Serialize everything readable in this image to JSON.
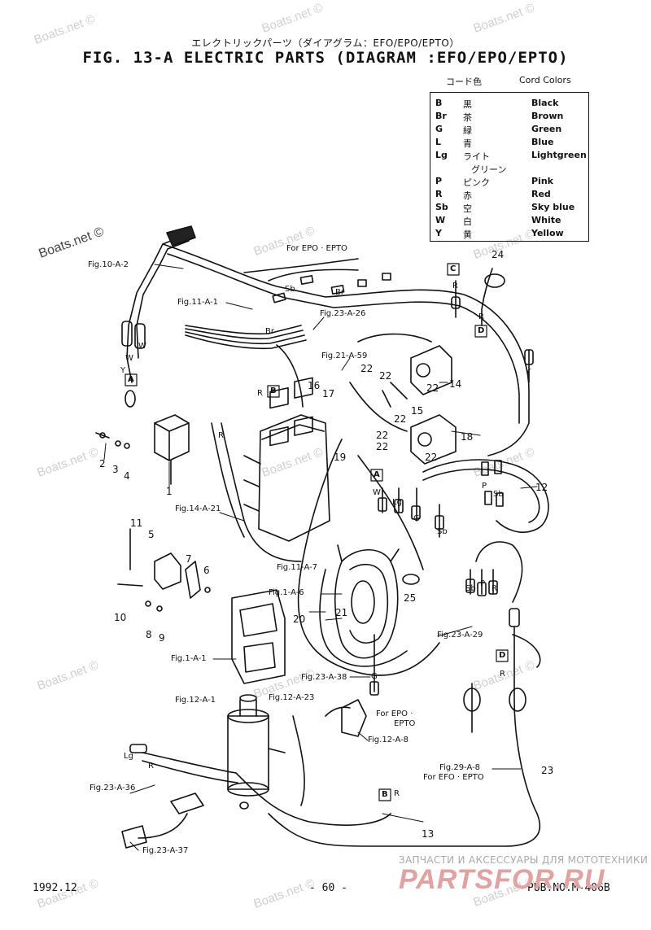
{
  "titles": {
    "jp": "エレクトリックパーツ（ダイアグラム：EFO/EPO/EPTO）",
    "main": "FIG. 13-A ELECTRIC PARTS (DIAGRAM :EFO/EPO/EPTO)"
  },
  "legend": {
    "head_jp": "コード色",
    "head_en": "Cord Colors",
    "rows": [
      {
        "code": "B",
        "jp": "黒",
        "en": "Black"
      },
      {
        "code": "Br",
        "jp": "茶",
        "en": "Brown"
      },
      {
        "code": "G",
        "jp": "緑",
        "en": "Green"
      },
      {
        "code": "L",
        "jp": "青",
        "en": "Blue"
      },
      {
        "code": "Lg",
        "jp": "ライト",
        "en": "Lightgreen"
      },
      {
        "code": "",
        "jp": "グリーン",
        "en": ""
      },
      {
        "code": "P",
        "jp": "ピンク",
        "en": "Pink"
      },
      {
        "code": "R",
        "jp": "赤",
        "en": "Red"
      },
      {
        "code": "Sb",
        "jp": "空",
        "en": "Sky blue"
      },
      {
        "code": "W",
        "jp": "白",
        "en": "White"
      },
      {
        "code": "Y",
        "jp": "黄",
        "en": "Yellow"
      }
    ]
  },
  "refs": {
    "fig10a2": "Fig.10-A-2",
    "fig11a1": "Fig.11-A-1",
    "for_epo_epto_top": "For EPO · EPTO",
    "fig23a26": "Fig.23-A-26",
    "fig21a59": "Fig.21-A-59",
    "fig14a21": "Fig.14-A-21",
    "fig11a7": "Fig.11-A-7",
    "fig1a6": "Fig.1-A-6",
    "fig1a1": "Fig.1-A-1",
    "fig23a38": "Fig.23-A-38",
    "fig12a1": "Fig.12-A-1",
    "fig12a23": "Fig.12-A-23",
    "for_epo": "For EPO ·",
    "epto": "EPTO",
    "fig12a8": "Fig.12-A-8",
    "fig23a36": "Fig.23-A-36",
    "fig23a37": "Fig.23-A-37",
    "fig23a29": "Fig.23-A-29",
    "fig29a8": "Fig.29-A-8",
    "for_efo_epto": "For EFO · EPTO"
  },
  "parts": {
    "p1": "1",
    "p2": "2",
    "p3": "3",
    "p4": "4",
    "p5": "5",
    "p6": "6",
    "p7": "7",
    "p8": "8",
    "p9": "9",
    "p10": "10",
    "p11": "11",
    "p12": "12",
    "p13": "13",
    "p14": "14",
    "p15": "15",
    "p16": "16",
    "p17": "17",
    "p18": "18",
    "p19": "19",
    "p20": "20",
    "p21": "21",
    "p22": "22",
    "p23": "23",
    "p24": "24",
    "p25": "25"
  },
  "wire_codes": {
    "sb": "Sb",
    "br": "Br",
    "r": "R",
    "w": "W",
    "y": "Y",
    "p": "P",
    "g": "G",
    "lg": "Lg",
    "b": "B",
    "l": "L"
  },
  "boxed": {
    "a": "A",
    "b": "B",
    "c": "C",
    "d": "D"
  },
  "watermark": "Boats.net ©",
  "footer": {
    "date": "1992.12",
    "page": "- 60 -",
    "pub": "PUB.NO.M-406B"
  },
  "brand": {
    "tagline": "ЗАПЧАСТИ И АКСЕССУАРЫ ДЛЯ МОТОТЕХНИКИ",
    "name": "PARTSFOR.RU"
  }
}
